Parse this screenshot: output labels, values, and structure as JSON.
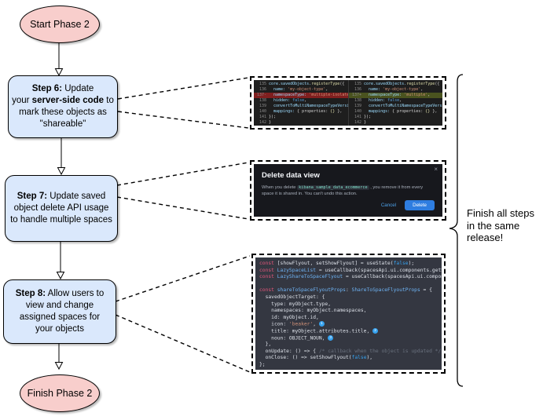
{
  "flowchart": {
    "start": {
      "label": "Start Phase 2"
    },
    "step6": {
      "bold1": "Step 6:",
      "rest1": " Update",
      "pre2": "your ",
      "bold2": "server-side code",
      "post2": " to",
      "line3": "mark these objects as",
      "line4": "\"shareable\""
    },
    "step7": {
      "bold1": "Step 7:",
      "rest1": " Update saved",
      "line2": "object delete API usage",
      "line3": "to handle multiple spaces"
    },
    "step8": {
      "bold1": "Step 8:",
      "rest1": " Allow users to",
      "line2": "view and change",
      "line3": "assigned spaces for",
      "line4": "your objects"
    },
    "finish": {
      "label": "Finish Phase 2"
    },
    "annotation": {
      "line1": "Finish all steps",
      "line2": "in the same",
      "line3": "release!"
    }
  },
  "colors": {
    "terminal_node_fill": "#f8cecc",
    "step_node_fill": "#dae8fc",
    "node_stroke": "#000000",
    "diff_editor_bg": "#1e1e1e",
    "diff_removed_bg": "#801f1f",
    "diff_added_bg": "#4a531f",
    "modal_bg": "#17181d",
    "delete_button_blue": "#2e7de0",
    "code_block_bg": "#343741",
    "badge_blue": "#36a2ef"
  },
  "screenshots": {
    "diff": {
      "left": {
        "rows": [
          {
            "num": "135",
            "segs": [
              [
                "core.savedObjects.",
                "obj"
              ],
              [
                "registerType",
                "fn"
              ],
              [
                "({",
                "plain"
              ]
            ]
          },
          {
            "num": "136",
            "segs": [
              [
                "  name: ",
                "obj"
              ],
              [
                "'my-object-type'",
                "str"
              ],
              [
                ",",
                "plain"
              ]
            ]
          },
          {
            "num": "137-",
            "mark": "removed",
            "segs": [
              [
                "  namespaceType: ",
                "obj"
              ],
              [
                "'multiple-isolated'",
                "str"
              ],
              [
                ",",
                "plain"
              ]
            ]
          },
          {
            "num": "138",
            "segs": [
              [
                "  hidden: ",
                "obj"
              ],
              [
                "false",
                "kw"
              ],
              [
                ",",
                "plain"
              ]
            ]
          },
          {
            "num": "139",
            "segs": [
              [
                "  convertToMultiNamespaceTypeVersion: ",
                "obj"
              ],
              [
                "'",
                "str"
              ]
            ]
          },
          {
            "num": "140",
            "segs": [
              [
                "  mappings: ",
                "obj"
              ],
              [
                "{ properties: ",
                "plain"
              ],
              [
                "{}",
                "fn"
              ],
              [
                " },",
                "plain"
              ]
            ]
          },
          {
            "num": "141",
            "segs": [
              [
                "});",
                "plain"
              ]
            ]
          },
          {
            "num": "142",
            "segs": [
              [
                "}",
                "plain"
              ]
            ]
          }
        ]
      },
      "right": {
        "rows": [
          {
            "num": "135",
            "segs": [
              [
                "core.savedObjects.",
                "obj"
              ],
              [
                "registerType",
                "fn"
              ],
              [
                "({",
                "plain"
              ]
            ]
          },
          {
            "num": "136",
            "segs": [
              [
                "  name: ",
                "obj"
              ],
              [
                "'my-object-type'",
                "str"
              ],
              [
                ",",
                "plain"
              ]
            ]
          },
          {
            "num": "137+",
            "mark": "added",
            "segs": [
              [
                "  namespaceType: ",
                "obj"
              ],
              [
                "'multiple'",
                "str"
              ],
              [
                ",",
                "plain"
              ]
            ]
          },
          {
            "num": "138",
            "segs": [
              [
                "  hidden: ",
                "obj"
              ],
              [
                "false",
                "kw"
              ],
              [
                ",",
                "plain"
              ]
            ]
          },
          {
            "num": "139",
            "segs": [
              [
                "  convertToMultiNamespaceTypeVersion: ",
                "obj"
              ],
              [
                "'",
                "str"
              ]
            ]
          },
          {
            "num": "140",
            "segs": [
              [
                "  mappings: ",
                "obj"
              ],
              [
                "{ properties: ",
                "plain"
              ],
              [
                "{}",
                "fn"
              ],
              [
                " },",
                "plain"
              ]
            ]
          },
          {
            "num": "141",
            "segs": [
              [
                "});",
                "plain"
              ]
            ]
          },
          {
            "num": "142",
            "segs": [
              [
                "}",
                "plain"
              ]
            ]
          }
        ]
      }
    },
    "modal": {
      "title": "Delete data view",
      "close_icon": "×",
      "body_pre": "When you delete ",
      "chip": "kibana_sample_data_ecommerce",
      "body_post": " , you remove it from every space it is shared in. You can't undo this action.",
      "cancel_label": "Cancel",
      "delete_label": "Delete"
    },
    "code": {
      "rows": [
        {
          "segs": [
            [
              "const ",
              "kw2"
            ],
            [
              "[showFlyout, setShowFlyout] = useState(",
              "plain2"
            ],
            [
              "false",
              "bool"
            ],
            [
              ");",
              "plain2"
            ]
          ]
        },
        {
          "segs": [
            [
              "const ",
              "kw2"
            ],
            [
              "LazySpaceList",
              "id"
            ],
            [
              " = useCallback(spacesApi.ui.components.getSpaceLis",
              "plain2"
            ]
          ]
        },
        {
          "segs": [
            [
              "const ",
              "kw2"
            ],
            [
              "LazyShareToSpaceFlyout",
              "id"
            ],
            [
              " = useCallback(spacesApi.ui.components.ge",
              "plain2"
            ]
          ]
        },
        {
          "segs": []
        },
        {
          "segs": [
            [
              "const ",
              "kw2"
            ],
            [
              "shareToSpaceFlyoutProps",
              "id"
            ],
            [
              ": ",
              "plain2"
            ],
            [
              "ShareToSpaceFlyoutProps",
              "id"
            ],
            [
              " = {",
              "plain2"
            ]
          ]
        },
        {
          "segs": [
            [
              "  savedObjectTarget: {",
              "plain2"
            ]
          ]
        },
        {
          "segs": [
            [
              "    type: myObject.type,",
              "plain2"
            ]
          ]
        },
        {
          "segs": [
            [
              "    namespaces: myObject.namespaces,",
              "plain2"
            ]
          ]
        },
        {
          "segs": [
            [
              "    id: myObject.id,",
              "plain2"
            ]
          ]
        },
        {
          "segs": [
            [
              "    icon: ",
              "plain2"
            ],
            [
              "'beaker'",
              "str2"
            ],
            [
              ", ",
              "plain2"
            ],
            [
              "1",
              "badge"
            ]
          ]
        },
        {
          "segs": [
            [
              "    title: myObject.attributes.title, ",
              "plain2"
            ],
            [
              "2",
              "badge"
            ]
          ]
        },
        {
          "segs": [
            [
              "    noun: OBJECT_NOUN, ",
              "plain2"
            ],
            [
              "3",
              "badge"
            ]
          ]
        },
        {
          "segs": [
            [
              "  },",
              "plain2"
            ]
          ]
        },
        {
          "segs": [
            [
              "  onUpdate: () => { ",
              "plain2"
            ],
            [
              "/* callback when the object is updated */",
              "cmt"
            ],
            [
              " },",
              "plain2"
            ]
          ]
        },
        {
          "segs": [
            [
              "  onClose: () => setShowFlyout(",
              "plain2"
            ],
            [
              "false",
              "bool"
            ],
            [
              "),",
              "plain2"
            ]
          ]
        },
        {
          "segs": [
            [
              "};",
              "plain2"
            ]
          ]
        }
      ]
    }
  }
}
